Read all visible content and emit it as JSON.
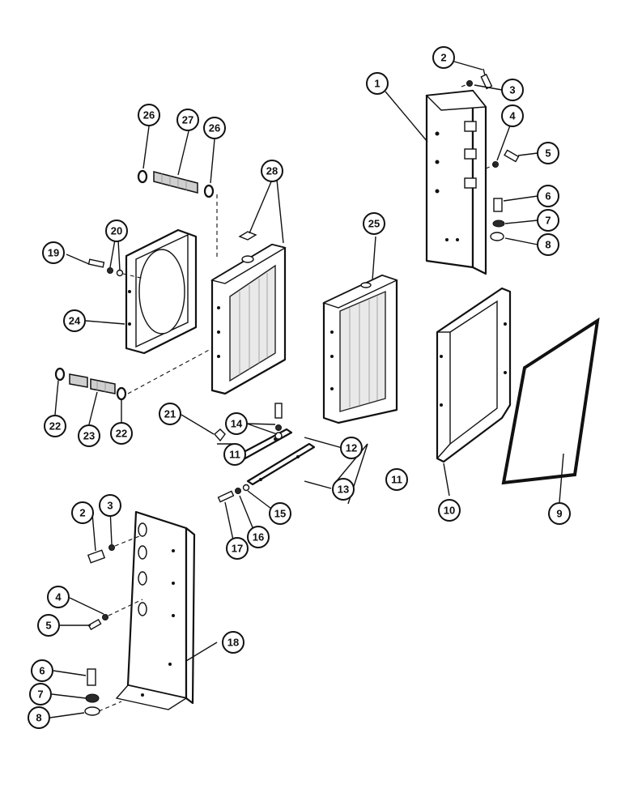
{
  "callouts": [
    {
      "id": "c1",
      "label": "1"
    },
    {
      "id": "c2a",
      "label": "2"
    },
    {
      "id": "c3a",
      "label": "3"
    },
    {
      "id": "c4a",
      "label": "4"
    },
    {
      "id": "c5a",
      "label": "5"
    },
    {
      "id": "c6a",
      "label": "6"
    },
    {
      "id": "c7a",
      "label": "7"
    },
    {
      "id": "c8a",
      "label": "8"
    },
    {
      "id": "c9",
      "label": "9"
    },
    {
      "id": "c10",
      "label": "10"
    },
    {
      "id": "c11a",
      "label": "11"
    },
    {
      "id": "c11b",
      "label": "11"
    },
    {
      "id": "c12",
      "label": "12"
    },
    {
      "id": "c13",
      "label": "13"
    },
    {
      "id": "c14",
      "label": "14"
    },
    {
      "id": "c15",
      "label": "15"
    },
    {
      "id": "c16",
      "label": "16"
    },
    {
      "id": "c17",
      "label": "17"
    },
    {
      "id": "c18",
      "label": "18"
    },
    {
      "id": "c19",
      "label": "19"
    },
    {
      "id": "c20",
      "label": "20"
    },
    {
      "id": "c21",
      "label": "21"
    },
    {
      "id": "c22a",
      "label": "22"
    },
    {
      "id": "c22b",
      "label": "22"
    },
    {
      "id": "c23",
      "label": "23"
    },
    {
      "id": "c24",
      "label": "24"
    },
    {
      "id": "c25",
      "label": "25"
    },
    {
      "id": "c26a",
      "label": "26"
    },
    {
      "id": "c26b",
      "label": "26"
    },
    {
      "id": "c27",
      "label": "27"
    },
    {
      "id": "c28",
      "label": "28"
    },
    {
      "id": "c2b",
      "label": "2"
    },
    {
      "id": "c3b",
      "label": "3"
    },
    {
      "id": "c4b",
      "label": "4"
    },
    {
      "id": "c5b",
      "label": "5"
    },
    {
      "id": "c6b",
      "label": "6"
    },
    {
      "id": "c7b",
      "label": "7"
    },
    {
      "id": "c8b",
      "label": "8"
    }
  ]
}
